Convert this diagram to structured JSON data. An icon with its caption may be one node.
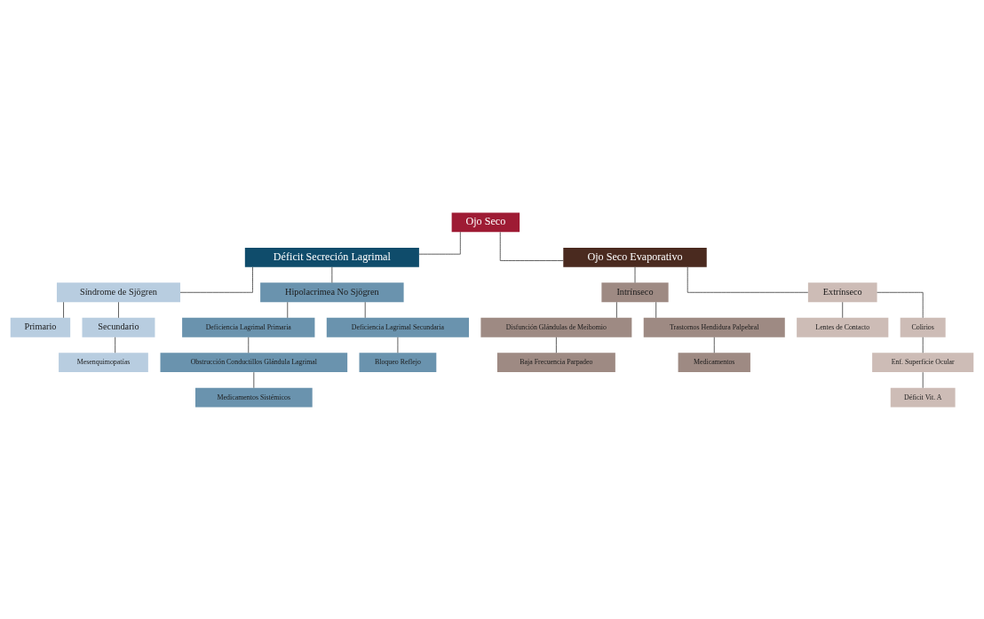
{
  "diagram": {
    "nodes": [
      {
        "text": [
          "Ojo Seco"
        ]
      },
      {
        "text": [
          "Déficit Secreción Lagrimal"
        ]
      },
      {
        "text": [
          "Ojo Seco Evaporativo"
        ]
      },
      {
        "text": [
          "Síndrome de Sjögren"
        ]
      },
      {
        "text": [
          "Hipolacrimea No Sjögren"
        ]
      },
      {
        "text": [
          "Primario"
        ]
      },
      {
        "text": [
          "Secundario"
        ]
      },
      {
        "text": [
          "Mesenquimopatías"
        ]
      },
      {
        "text": [
          "Deficiencia Lagrimal Primaria"
        ]
      },
      {
        "text": [
          "Deficiencia Lagrimal Secundaria"
        ]
      },
      {
        "text": [
          "Obstrucción Conductillos Glándula Lagrimal"
        ]
      },
      {
        "text": [
          "Bloqueo Reflejo"
        ]
      },
      {
        "text": [
          "Medicamentos Sistémicos"
        ]
      },
      {
        "text": [
          "Intrínseco"
        ]
      },
      {
        "text": [
          "Extrínseco"
        ]
      },
      {
        "text": [
          "Disfunción Glándulas de Meibomio"
        ]
      },
      {
        "text": [
          "Trastornos Hendidura Palpebral"
        ]
      },
      {
        "text": [
          "Baja Frecuencia Parpadeo"
        ]
      },
      {
        "text": [
          "Medicamentos"
        ]
      },
      {
        "text": [
          "Lentes de Contacto"
        ]
      },
      {
        "text": [
          "Colirios"
        ]
      },
      {
        "text": [
          "Enf. Superficie Ocular"
        ]
      },
      {
        "text": [
          "Déficit Vit. A"
        ]
      }
    ],
    "edges": [
      {
        "from": 0,
        "to": 1,
        "arrow": "none"
      },
      {
        "from": 0,
        "to": 2,
        "arrow": "none"
      },
      {
        "from": 1,
        "to": 3,
        "arrow": "none"
      },
      {
        "from": 1,
        "to": 4,
        "arrow": "none"
      },
      {
        "from": 3,
        "to": 5,
        "arrow": "none"
      },
      {
        "from": 3,
        "to": 6,
        "arrow": "none"
      },
      {
        "from": 6,
        "to": 7,
        "arrow": "none"
      },
      {
        "from": 4,
        "to": 8,
        "arrow": "none"
      },
      {
        "from": 4,
        "to": 9,
        "arrow": "none"
      },
      {
        "from": 8,
        "to": 10,
        "arrow": "none"
      },
      {
        "from": 9,
        "to": 11,
        "arrow": "none"
      },
      {
        "from": 10,
        "to": 12,
        "arrow": "none"
      },
      {
        "from": 2,
        "to": 13,
        "arrow": "none"
      },
      {
        "from": 2,
        "to": 14,
        "arrow": "none"
      },
      {
        "from": 13,
        "to": 15,
        "arrow": "none"
      },
      {
        "from": 13,
        "to": 16,
        "arrow": "none"
      },
      {
        "from": 15,
        "to": 17,
        "arrow": "none"
      },
      {
        "from": 16,
        "to": 18,
        "arrow": "none"
      },
      {
        "from": 14,
        "to": 19,
        "arrow": "none"
      },
      {
        "from": 14,
        "to": 20,
        "arrow": "none"
      },
      {
        "from": 20,
        "to": 21,
        "arrow": "none"
      },
      {
        "from": 21,
        "to": 22,
        "arrow": "none"
      }
    ]
  }
}
